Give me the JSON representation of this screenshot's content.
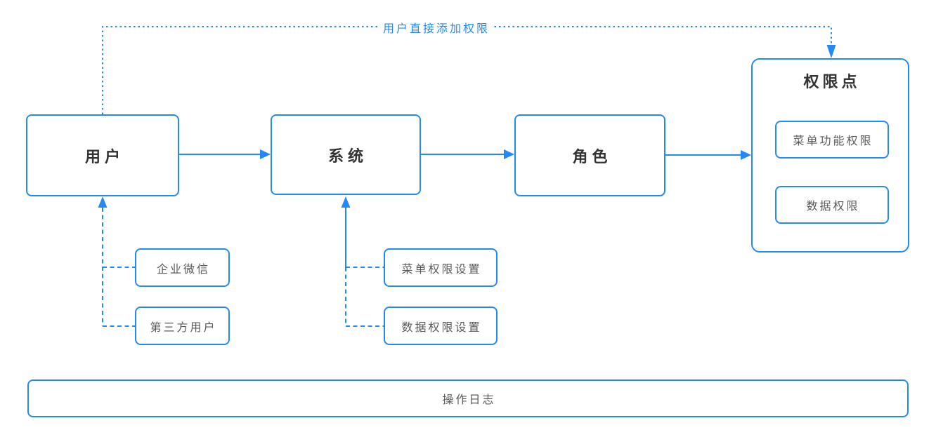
{
  "colors": {
    "accent": "#2489f5",
    "node_border": "#2489f5",
    "main_title_text": "#333333",
    "label_text": "#595959",
    "background": "#ffffff"
  },
  "flow": {
    "user": {
      "label": "用户"
    },
    "system": {
      "label": "系统"
    },
    "role": {
      "label": "角色"
    },
    "permission_group": {
      "title": "权限点",
      "children": {
        "menu_function_permission": {
          "label": "菜单功能权限"
        },
        "data_permission": {
          "label": "数据权限"
        }
      }
    }
  },
  "user_sources": {
    "wecom": {
      "label": "企业微信"
    },
    "third_party": {
      "label": "第三方用户"
    }
  },
  "system_settings": {
    "menu_permission_setting": {
      "label": "菜单权限设置"
    },
    "data_permission_setting": {
      "label": "数据权限设置"
    }
  },
  "edge_labels": {
    "user_direct_add": "用户直接添加权限"
  },
  "footer": {
    "operation_log": {
      "label": "操作日志"
    }
  }
}
